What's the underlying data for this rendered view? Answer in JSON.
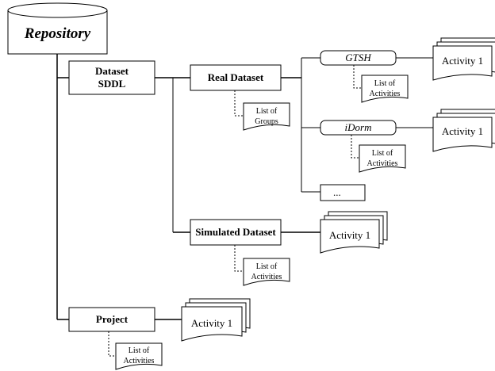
{
  "repository": {
    "label": "Repository"
  },
  "dataset_sddl": {
    "line1": "Dataset",
    "line2": "SDDL"
  },
  "real_dataset": {
    "label": "Real Dataset"
  },
  "real_groups_note": {
    "line1": "List of",
    "line2": "Groups"
  },
  "gtsh": {
    "label": "GTSH"
  },
  "gtsh_note": {
    "line1": "List of",
    "line2": "Activities"
  },
  "gtsh_activity": {
    "label": "Activity 1"
  },
  "idorm": {
    "label": "iDorm"
  },
  "idorm_note": {
    "line1": "List of",
    "line2": "Activities"
  },
  "idorm_activity": {
    "label": "Activity 1"
  },
  "ellipsis": {
    "label": "..."
  },
  "simulated_dataset": {
    "label": "Simulated Dataset"
  },
  "simulated_activity": {
    "label": "Activity 1"
  },
  "simulated_note": {
    "line1": "List of",
    "line2": "Activities"
  },
  "project": {
    "label": "Project"
  },
  "project_activity": {
    "label": "Activity 1"
  },
  "project_note": {
    "line1": "List of",
    "line2": "Activities"
  }
}
